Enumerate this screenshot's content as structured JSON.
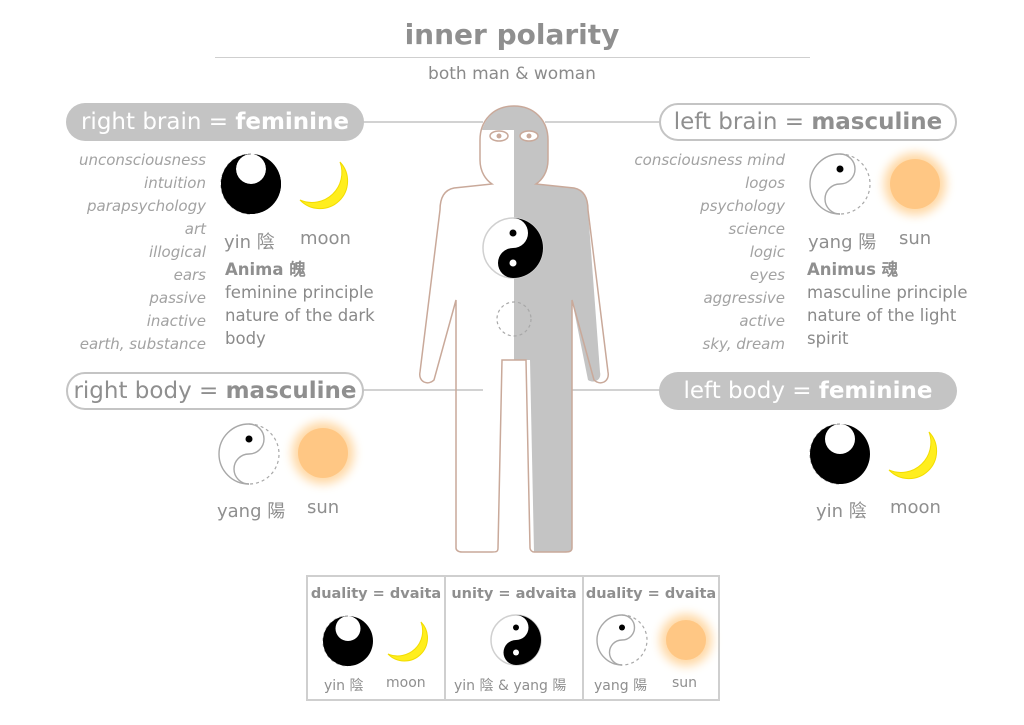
{
  "header": {
    "title": "inner polarity",
    "subtitle": "both man & woman"
  },
  "right_brain": {
    "label_prefix": "right brain = ",
    "label_bold": "feminine",
    "qualities": [
      "unconsciousness",
      "intuition",
      "parapsychology",
      "art",
      "illogical",
      "ears",
      "passive",
      "inactive",
      "earth, substance"
    ],
    "symbol_labels": {
      "yin": "yin 陰",
      "moon": "moon"
    },
    "principle": {
      "title": "Anima 魄",
      "lines": [
        "feminine principle",
        "nature of the dark",
        "body"
      ]
    }
  },
  "left_brain": {
    "label_prefix": "left brain = ",
    "label_bold": "masculine",
    "qualities": [
      "consciousness mind",
      "logos",
      "psychology",
      "science",
      "logic",
      "eyes",
      "aggressive",
      "active",
      "sky, dream"
    ],
    "symbol_labels": {
      "yang": "yang 陽",
      "sun": "sun"
    },
    "principle": {
      "title": "Animus 魂",
      "lines": [
        "masculine principle",
        "nature of the light",
        "spirit"
      ]
    }
  },
  "right_body": {
    "label_prefix": "right body = ",
    "label_bold": "masculine",
    "symbol_labels": {
      "yang": "yang 陽",
      "sun": "sun"
    }
  },
  "left_body": {
    "label_prefix": "left body = ",
    "label_bold": "feminine",
    "symbol_labels": {
      "yin": "yin 陰",
      "moon": "moon"
    }
  },
  "bottom": {
    "columns": [
      {
        "head_a": "duality",
        "eq": " = ",
        "head_b": "dvaita",
        "label_a": "yin 陰",
        "label_b": "moon"
      },
      {
        "head_a": "unity",
        "eq": " = ",
        "head_b": "advaita",
        "label_a": "yin 陰 & yang 陽",
        "label_b": ""
      },
      {
        "head_a": "duality",
        "eq": " = ",
        "head_b": "dvaita",
        "label_a": "yang 陽",
        "label_b": "sun"
      }
    ]
  },
  "colors": {
    "gray_fill": "#c4c4c4",
    "text": "#8a8a8a",
    "moon": "#ffee1e",
    "sun": "#ffc784",
    "body_outline": "#c9a99a"
  }
}
